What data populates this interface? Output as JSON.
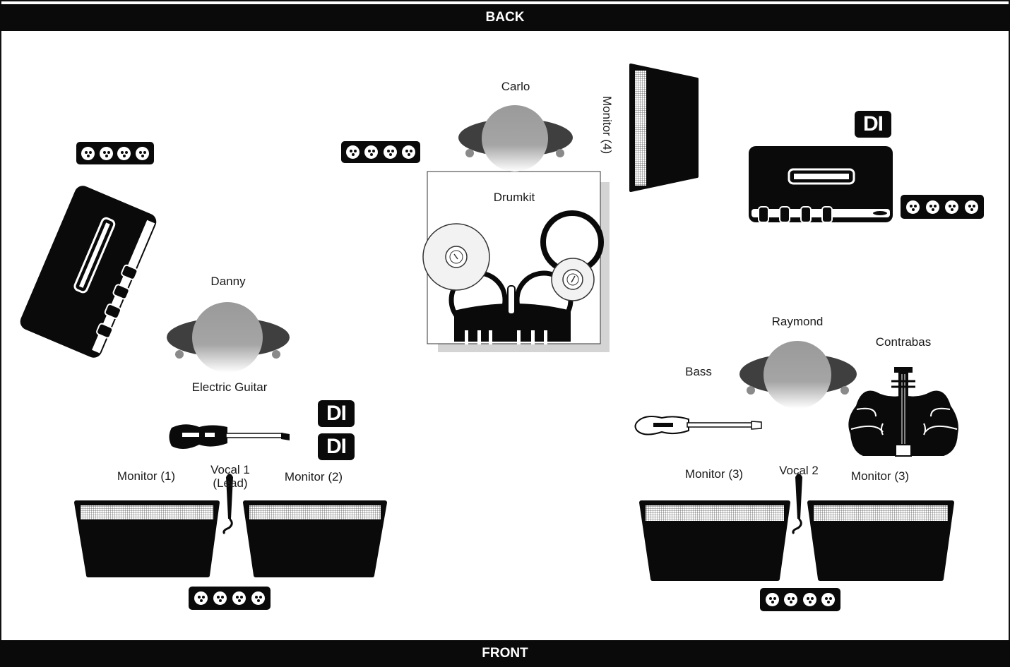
{
  "stage": {
    "back_label": "BACK",
    "front_label": "FRONT"
  },
  "people": {
    "carlo": "Carlo",
    "danny": "Danny",
    "raymond": "Raymond"
  },
  "instruments": {
    "drumkit": "Drumkit",
    "electric_guitar": "Electric Guitar",
    "bass": "Bass",
    "contrabas": "Contrabas"
  },
  "monitors": {
    "m1": "Monitor (1)",
    "m2": "Monitor (2)",
    "m3_left": "Monitor (3)",
    "m3_right": "Monitor (3)",
    "m4": "Monitor (4)"
  },
  "vocals": {
    "v1_line1": "Vocal 1",
    "v1_line2": "(Lead)",
    "v2": "Vocal 2"
  },
  "di_label": "DI",
  "icons": [
    "amp-icon",
    "drumkit-icon",
    "guitar-icon",
    "bass-icon",
    "contrabass-icon",
    "microphone-icon",
    "wedge-monitor-icon",
    "stage-box-icon",
    "di-box-icon",
    "musician-icon"
  ]
}
